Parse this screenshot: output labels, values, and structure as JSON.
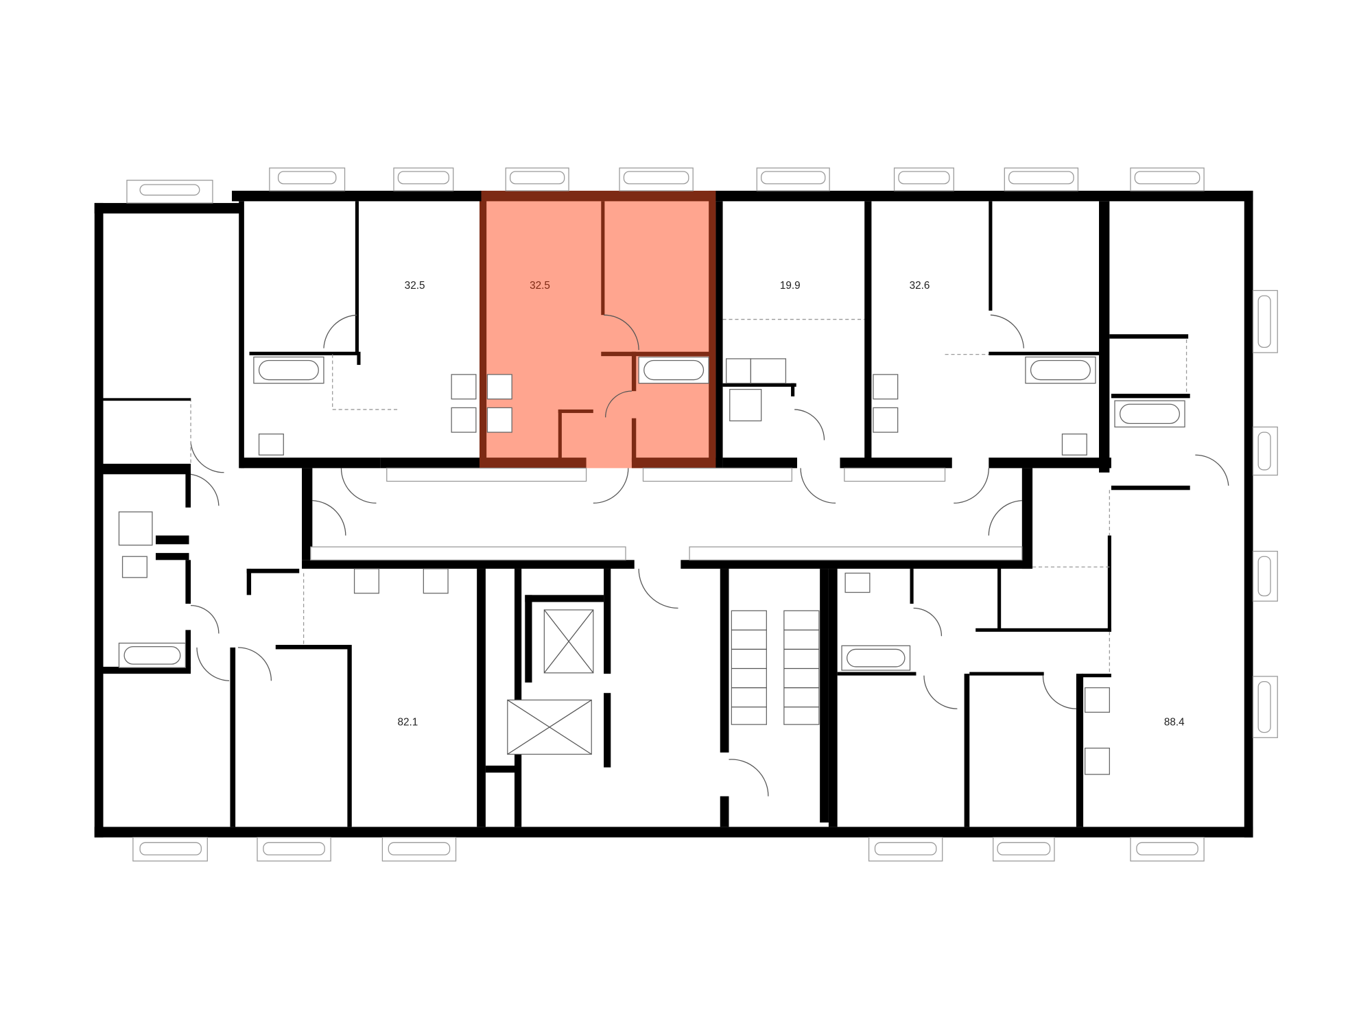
{
  "plan": {
    "colors": {
      "wall": "#000000",
      "highlight_fill": "#ffa58f",
      "highlight_wall": "#7d2a14",
      "label": "#222222"
    },
    "highlighted_unit": {
      "area": "32.5"
    },
    "unit_labels": [
      {
        "area": "32.5"
      },
      {
        "area": "32.5"
      },
      {
        "area": "19.9"
      },
      {
        "area": "32.6"
      },
      {
        "area": "82.1"
      },
      {
        "area": "88.4"
      }
    ]
  }
}
